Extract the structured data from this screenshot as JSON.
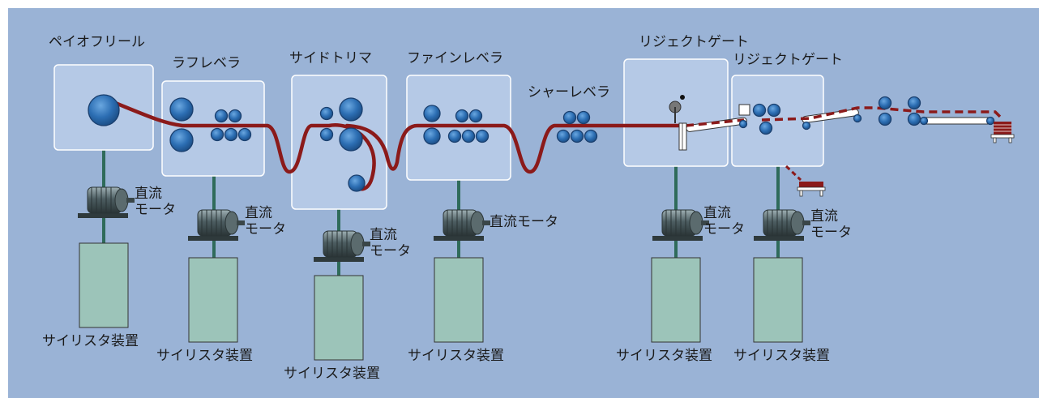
{
  "stations": [
    {
      "title": "ペイオフリール",
      "unit": "サイリスタ装置",
      "motor": [
        "直流",
        "モータ"
      ]
    },
    {
      "title": "ラフレベラ",
      "unit": "サイリスタ装置",
      "motor": [
        "直流",
        "モータ"
      ]
    },
    {
      "title": "サイドトリマ",
      "unit": "サイリスタ装置",
      "motor": [
        "直流",
        "モータ"
      ]
    },
    {
      "title": "ファインレベラ",
      "unit": "サイリスタ装置",
      "motor_inline": "直流モータ"
    },
    {
      "title": "シャーレベラ"
    },
    {
      "title": "リジェクトゲート",
      "unit": "サイリスタ装置",
      "motor": [
        "直流",
        "モータ"
      ]
    },
    {
      "title": "リジェクトゲート",
      "unit": "サイリスタ装置",
      "motor": [
        "直流",
        "モータ"
      ]
    }
  ],
  "colors": {
    "background": "#9ab3d6",
    "box_fill": "#b5c9e6",
    "strip": "#8b1a1a",
    "cabinet": "#9cc4b9",
    "shaft": "#2f6b5a",
    "roller": "#2a6fb5"
  },
  "icons": [
    "motor-icon",
    "roller-icon",
    "conveyor-icon",
    "cart-icon",
    "shear-icon"
  ]
}
